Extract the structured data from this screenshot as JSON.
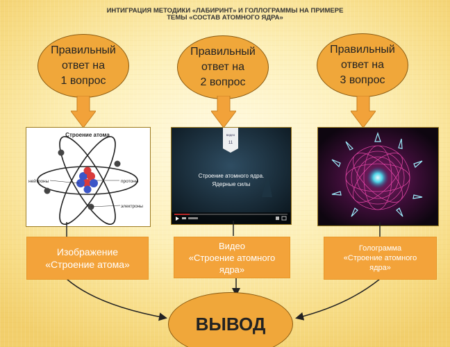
{
  "title": {
    "line1": "ИНТИГРАЦИЯ МЕТОДИКИ «ЛАБИРИНТ» И ГОЛЛОГРАММЫ НА ПРИМЕРЕ",
    "line2": "ТЕМЫ «СОСТАВ АТОМНОГО ЯДРА»"
  },
  "answers": [
    {
      "line1": "Правильный",
      "line2": "ответ на",
      "line3": "1 вопрос"
    },
    {
      "line1": "Правильный",
      "line2": "ответ на",
      "line3": "2 вопрос"
    },
    {
      "line1": "Правильный",
      "line2": "ответ на",
      "line3": "3 вопрос"
    }
  ],
  "images": {
    "atom": {
      "heading": "Строение атома",
      "label_neutrons": "нейтроны",
      "label_protons": "протоны",
      "label_electrons": "электроны"
    },
    "video": {
      "badge_top": "видео",
      "badge_num": "11",
      "headline1": "Строение атомного ядра.",
      "headline2": "Ядерные силы"
    },
    "hologram": {}
  },
  "captions": [
    {
      "line1": "Изображение",
      "line2": "«Строение атома»",
      "line3": ""
    },
    {
      "line1": "Видео",
      "line2": "«Строение атомного",
      "line3": "ядра»"
    },
    {
      "line1": "Голограмма",
      "line2": "«Строение атомного",
      "line3": "ядра»"
    }
  ],
  "conclusion": "ВЫВОД",
  "colors": {
    "oval_fill": "#f0a73a",
    "oval_border": "#8a5a10",
    "arrow_fill": "#f2a23a",
    "caption_fill": "#f3a33a",
    "background": "#fdf0b9"
  },
  "icons": [
    "down-arrow-icon",
    "atom-diagram",
    "video-player",
    "hologram-image"
  ]
}
